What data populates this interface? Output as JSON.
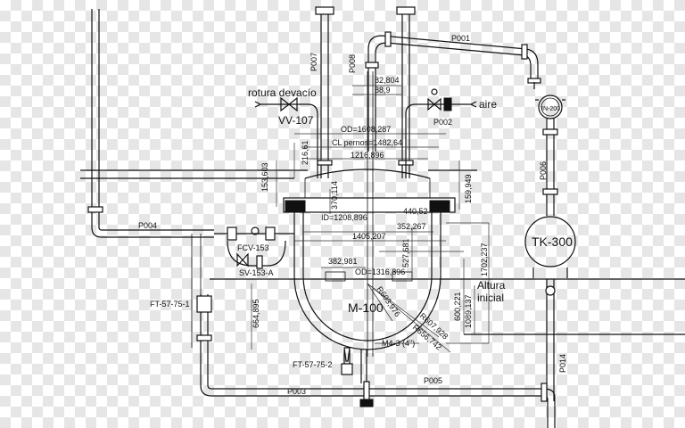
{
  "labels": {
    "rotura_devacio": "rotura devacío",
    "vv107": "VV-107",
    "aire": "aire",
    "p001": "P001",
    "p002": "P002",
    "p003": "P003",
    "p004": "P004",
    "p005": "P005",
    "p006": "P006",
    "p007": "P007",
    "p008": "P008",
    "p014": "P014",
    "in200": "IN-200",
    "tk300": "TK-300",
    "m100": "M-100",
    "fcv153": "FCV-153",
    "sv153a": "SV-153-A",
    "ft5775_1": "FT-57-75-1",
    "ft5775_2": "FT-57-75-2",
    "altura": "Altura",
    "inicial": "inicial",
    "nozzle": "M4-3 (4\")"
  },
  "dimensions": {
    "d82804": "82,804",
    "d889": "88,9",
    "od1608": "OD=1608,287",
    "clpernos": "CL pernos=1482,64",
    "d1216": "1216,896",
    "d216": "216,61",
    "d153": "153,603",
    "d370": "370,114",
    "d159": "159,949",
    "d440": "440,52",
    "id1208": "ID=1208,896",
    "d352": "352,267",
    "d1405": "1405,207",
    "d527": "527,681",
    "d1702": "1702,237",
    "d382": "382,981",
    "od1316": "OD=1316,896",
    "d1089": "1089,137",
    "d600": "600,221",
    "d664": "664,895",
    "r603": "R603,976",
    "r607": "R607,928",
    "r656": "R656,742"
  },
  "colors": {
    "line": "#111111",
    "background": "#ffffff"
  }
}
